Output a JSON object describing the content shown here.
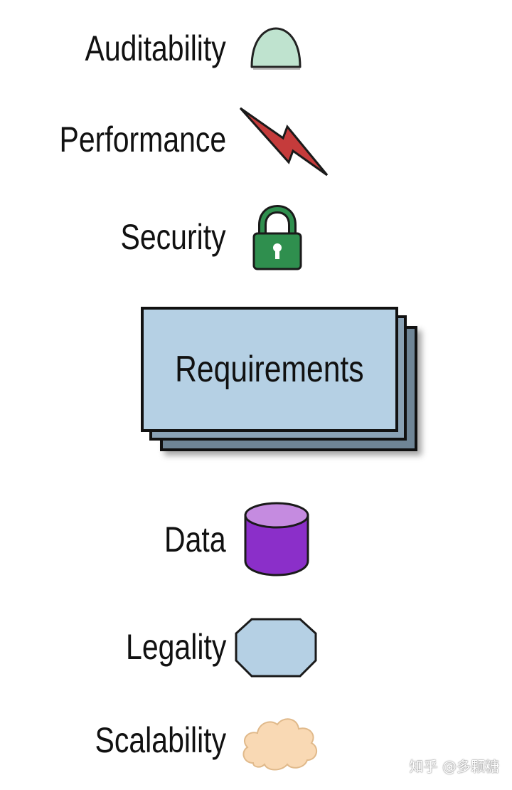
{
  "items": {
    "auditability": {
      "label": "Auditability",
      "icon": "dome-icon",
      "color": "#bfe3cf"
    },
    "performance": {
      "label": "Performance",
      "icon": "lightning-bolt-icon",
      "color": "#c53b3b"
    },
    "security": {
      "label": "Security",
      "icon": "padlock-icon",
      "color": "#2f8f4e"
    },
    "data": {
      "label": "Data",
      "icon": "database-cylinder-icon",
      "color": "#8b2fc9"
    },
    "legality": {
      "label": "Legality",
      "icon": "octagon-icon",
      "color": "#b5d0e4"
    },
    "scalability": {
      "label": "Scalability",
      "icon": "cloud-icon",
      "color": "#f9d9b4"
    }
  },
  "center": {
    "label": "Requirements",
    "color": "#b5d0e4"
  },
  "watermark": "知乎 @多颗糖"
}
